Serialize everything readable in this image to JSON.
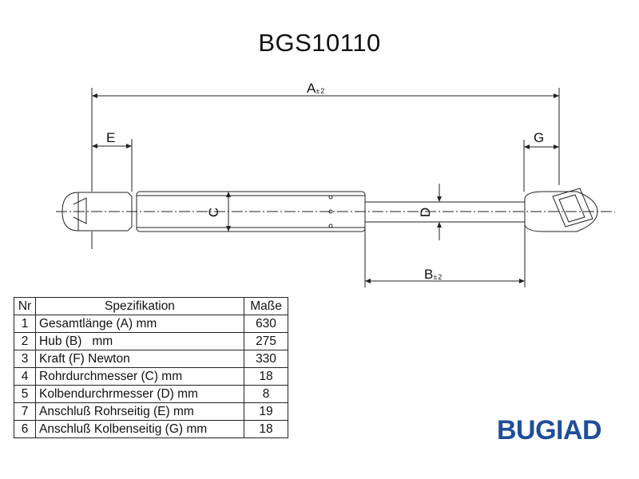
{
  "title": "BGS10110",
  "dimension_labels": {
    "a": "A",
    "a_tolerance": "±2",
    "b": "B",
    "b_tolerance": "±2",
    "c": "C",
    "d": "D",
    "e": "E",
    "g": "G"
  },
  "table": {
    "headers": {
      "nr": "Nr",
      "spec": "Spezifikation",
      "value": "Maße"
    },
    "rows": [
      {
        "nr": "1",
        "spec": "Gesamtlänge (A) mm",
        "value": "630"
      },
      {
        "nr": "2",
        "spec": "Hub (B)   mm",
        "value": "275"
      },
      {
        "nr": "3",
        "spec": "Kraft (F) Newton",
        "value": "330"
      },
      {
        "nr": "4",
        "spec": "Rohrdurchmesser (C) mm",
        "value": "18"
      },
      {
        "nr": "5",
        "spec": "Kolbendurchrmesser (D) mm",
        "value": "8"
      },
      {
        "nr": "7",
        "spec": "Anschluß Rohrseitig (E) mm",
        "value": "19"
      },
      {
        "nr": "6",
        "spec": "Anschluß Kolbenseitig (G) mm",
        "value": "18"
      }
    ]
  },
  "brand": "BUGIAD",
  "colors": {
    "line": "#222222",
    "brand": "#1f4e9a"
  }
}
